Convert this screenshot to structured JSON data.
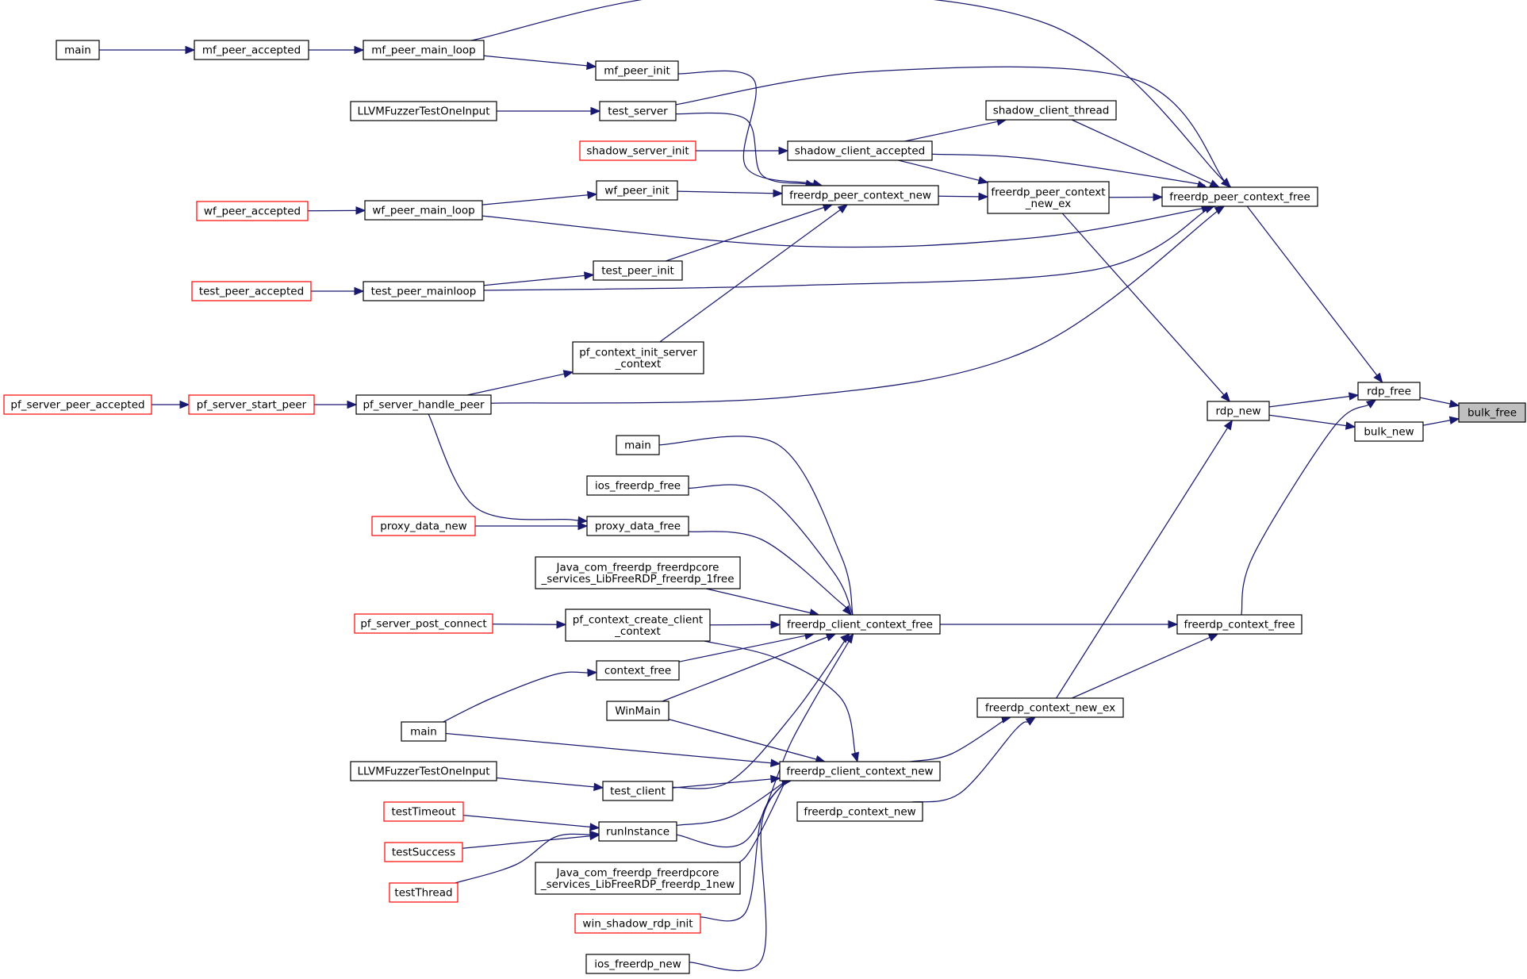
{
  "graph": {
    "focus_label": "bulk_free",
    "colors": {
      "edge": "#191970",
      "node_border": "#000000",
      "node_border_external": "#ff0000",
      "focus_fill": "#bfbfbf"
    },
    "nodes": [
      {
        "id": "bulk_free",
        "lines": [
          "bulk_free"
        ],
        "focus": true
      },
      {
        "id": "rdp_free",
        "lines": [
          "rdp_free"
        ]
      },
      {
        "id": "bulk_new",
        "lines": [
          "bulk_new"
        ]
      },
      {
        "id": "rdp_new",
        "lines": [
          "rdp_new"
        ]
      },
      {
        "id": "freerdp_peer_context_free",
        "lines": [
          "freerdp_peer_context_free"
        ]
      },
      {
        "id": "freerdp_context_free",
        "lines": [
          "freerdp_context_free"
        ]
      },
      {
        "id": "freerdp_peer_context_new_ex",
        "lines": [
          "freerdp_peer_context",
          "_new_ex"
        ]
      },
      {
        "id": "freerdp_context_new_ex",
        "lines": [
          "freerdp_context_new_ex"
        ]
      },
      {
        "id": "shadow_client_thread",
        "lines": [
          "shadow_client_thread"
        ]
      },
      {
        "id": "shadow_client_accepted",
        "lines": [
          "shadow_client_accepted"
        ]
      },
      {
        "id": "freerdp_peer_context_new",
        "lines": [
          "freerdp_peer_context_new"
        ]
      },
      {
        "id": "freerdp_client_context_free",
        "lines": [
          "freerdp_client_context_free"
        ]
      },
      {
        "id": "freerdp_client_context_new",
        "lines": [
          "freerdp_client_context_new"
        ]
      },
      {
        "id": "freerdp_context_new",
        "lines": [
          "freerdp_context_new"
        ]
      },
      {
        "id": "mf_peer_init",
        "lines": [
          "mf_peer_init"
        ]
      },
      {
        "id": "test_server",
        "lines": [
          "test_server"
        ]
      },
      {
        "id": "wf_peer_init",
        "lines": [
          "wf_peer_init"
        ]
      },
      {
        "id": "test_peer_init",
        "lines": [
          "test_peer_init"
        ]
      },
      {
        "id": "pf_context_init_server_context",
        "lines": [
          "pf_context_init_server",
          "_context"
        ]
      },
      {
        "id": "main_c",
        "lines": [
          "main"
        ]
      },
      {
        "id": "ios_freerdp_free",
        "lines": [
          "ios_freerdp_free"
        ]
      },
      {
        "id": "proxy_data_free",
        "lines": [
          "proxy_data_free"
        ]
      },
      {
        "id": "java_free",
        "lines": [
          "Java_com_freerdp_freerdpcore",
          "_services_LibFreeRDP_freerdp_1free"
        ]
      },
      {
        "id": "pf_context_create_client_context",
        "lines": [
          "pf_context_create_client",
          "_context"
        ]
      },
      {
        "id": "context_free",
        "lines": [
          "context_free"
        ]
      },
      {
        "id": "WinMain",
        "lines": [
          "WinMain"
        ]
      },
      {
        "id": "test_client",
        "lines": [
          "test_client"
        ]
      },
      {
        "id": "runInstance",
        "lines": [
          "runInstance"
        ]
      },
      {
        "id": "java_new",
        "lines": [
          "Java_com_freerdp_freerdpcore",
          "_services_LibFreeRDP_freerdp_1new"
        ]
      },
      {
        "id": "win_shadow_rdp_init",
        "lines": [
          "win_shadow_rdp_init"
        ],
        "external": true
      },
      {
        "id": "ios_freerdp_new",
        "lines": [
          "ios_freerdp_new"
        ]
      },
      {
        "id": "mf_peer_main_loop",
        "lines": [
          "mf_peer_main_loop"
        ]
      },
      {
        "id": "wf_peer_main_loop",
        "lines": [
          "wf_peer_main_loop"
        ]
      },
      {
        "id": "test_peer_mainloop",
        "lines": [
          "test_peer_mainloop"
        ]
      },
      {
        "id": "pf_server_handle_peer",
        "lines": [
          "pf_server_handle_peer"
        ]
      },
      {
        "id": "main_d",
        "lines": [
          "main"
        ]
      },
      {
        "id": "LLVMFuzzerTestOneInput_a",
        "lines": [
          "LLVMFuzzerTestOneInput"
        ]
      },
      {
        "id": "shadow_server_init",
        "lines": [
          "shadow_server_init"
        ],
        "external": true
      },
      {
        "id": "wf_peer_accepted",
        "lines": [
          "wf_peer_accepted"
        ],
        "external": true
      },
      {
        "id": "test_peer_accepted",
        "lines": [
          "test_peer_accepted"
        ],
        "external": true
      },
      {
        "id": "pf_server_start_peer",
        "lines": [
          "pf_server_start_peer"
        ],
        "external": true
      },
      {
        "id": "proxy_data_new",
        "lines": [
          "proxy_data_new"
        ],
        "external": true
      },
      {
        "id": "pf_server_post_connect",
        "lines": [
          "pf_server_post_connect"
        ],
        "external": true
      },
      {
        "id": "LLVMFuzzerTestOneInput_b",
        "lines": [
          "LLVMFuzzerTestOneInput"
        ]
      },
      {
        "id": "testTimeout",
        "lines": [
          "testTimeout"
        ],
        "external": true
      },
      {
        "id": "testSuccess",
        "lines": [
          "testSuccess"
        ],
        "external": true
      },
      {
        "id": "testThread",
        "lines": [
          "testThread"
        ],
        "external": true
      },
      {
        "id": "mf_peer_accepted",
        "lines": [
          "mf_peer_accepted"
        ]
      },
      {
        "id": "main_a",
        "lines": [
          "main"
        ]
      },
      {
        "id": "pf_server_peer_accepted",
        "lines": [
          "pf_server_peer_accepted"
        ],
        "external": true
      }
    ],
    "edges": [
      {
        "from": "rdp_free",
        "to": "bulk_free"
      },
      {
        "from": "bulk_new",
        "to": "bulk_free"
      },
      {
        "from": "rdp_new",
        "to": "rdp_free"
      },
      {
        "from": "rdp_new",
        "to": "bulk_new"
      },
      {
        "from": "freerdp_peer_context_free",
        "to": "rdp_free"
      },
      {
        "from": "freerdp_context_free",
        "to": "rdp_free"
      },
      {
        "from": "freerdp_peer_context_new_ex",
        "to": "rdp_new"
      },
      {
        "from": "freerdp_context_new_ex",
        "to": "rdp_new"
      },
      {
        "from": "freerdp_peer_context_new_ex",
        "to": "freerdp_peer_context_free"
      },
      {
        "from": "shadow_client_thread",
        "to": "freerdp_peer_context_free"
      },
      {
        "from": "shadow_client_accepted",
        "to": "freerdp_peer_context_free"
      },
      {
        "from": "mf_peer_main_loop",
        "to": "freerdp_peer_context_free"
      },
      {
        "from": "test_server",
        "to": "freerdp_peer_context_free"
      },
      {
        "from": "wf_peer_main_loop",
        "to": "freerdp_peer_context_free"
      },
      {
        "from": "test_peer_mainloop",
        "to": "freerdp_peer_context_free"
      },
      {
        "from": "pf_server_handle_peer",
        "to": "freerdp_peer_context_free"
      },
      {
        "from": "shadow_client_accepted",
        "to": "shadow_client_thread"
      },
      {
        "from": "shadow_client_accepted",
        "to": "freerdp_peer_context_new_ex"
      },
      {
        "from": "freerdp_peer_context_new",
        "to": "freerdp_peer_context_new_ex"
      },
      {
        "from": "mf_peer_init",
        "to": "freerdp_peer_context_new"
      },
      {
        "from": "test_server",
        "to": "freerdp_peer_context_new"
      },
      {
        "from": "wf_peer_init",
        "to": "freerdp_peer_context_new"
      },
      {
        "from": "test_peer_init",
        "to": "freerdp_peer_context_new"
      },
      {
        "from": "pf_context_init_server_context",
        "to": "freerdp_peer_context_new"
      },
      {
        "from": "shadow_server_init",
        "to": "shadow_client_accepted"
      },
      {
        "from": "mf_peer_main_loop",
        "to": "mf_peer_init"
      },
      {
        "from": "LLVMFuzzerTestOneInput_a",
        "to": "test_server"
      },
      {
        "from": "wf_peer_main_loop",
        "to": "wf_peer_init"
      },
      {
        "from": "test_peer_mainloop",
        "to": "test_peer_init"
      },
      {
        "from": "pf_server_handle_peer",
        "to": "pf_context_init_server_context"
      },
      {
        "from": "mf_peer_accepted",
        "to": "mf_peer_main_loop"
      },
      {
        "from": "main_a",
        "to": "mf_peer_accepted"
      },
      {
        "from": "wf_peer_accepted",
        "to": "wf_peer_main_loop"
      },
      {
        "from": "test_peer_accepted",
        "to": "test_peer_mainloop"
      },
      {
        "from": "pf_server_start_peer",
        "to": "pf_server_handle_peer"
      },
      {
        "from": "pf_server_peer_accepted",
        "to": "pf_server_start_peer"
      },
      {
        "from": "freerdp_client_context_free",
        "to": "freerdp_context_free"
      },
      {
        "from": "freerdp_context_new_ex",
        "to": "freerdp_context_free"
      },
      {
        "from": "freerdp_client_context_new",
        "to": "freerdp_context_new_ex"
      },
      {
        "from": "freerdp_context_new",
        "to": "freerdp_context_new_ex"
      },
      {
        "from": "main_c",
        "to": "freerdp_client_context_free"
      },
      {
        "from": "ios_freerdp_free",
        "to": "freerdp_client_context_free"
      },
      {
        "from": "proxy_data_free",
        "to": "freerdp_client_context_free"
      },
      {
        "from": "java_free",
        "to": "freerdp_client_context_free"
      },
      {
        "from": "pf_context_create_client_context",
        "to": "freerdp_client_context_free"
      },
      {
        "from": "context_free",
        "to": "freerdp_client_context_free"
      },
      {
        "from": "WinMain",
        "to": "freerdp_client_context_free"
      },
      {
        "from": "test_client",
        "to": "freerdp_client_context_free"
      },
      {
        "from": "runInstance",
        "to": "freerdp_client_context_free"
      },
      {
        "from": "pf_context_create_client_context",
        "to": "freerdp_client_context_new"
      },
      {
        "from": "WinMain",
        "to": "freerdp_client_context_new"
      },
      {
        "from": "main_d",
        "to": "freerdp_client_context_new"
      },
      {
        "from": "test_client",
        "to": "freerdp_client_context_new"
      },
      {
        "from": "runInstance",
        "to": "freerdp_client_context_new"
      },
      {
        "from": "java_new",
        "to": "freerdp_client_context_new"
      },
      {
        "from": "win_shadow_rdp_init",
        "to": "freerdp_client_context_new"
      },
      {
        "from": "ios_freerdp_new",
        "to": "freerdp_client_context_new"
      },
      {
        "from": "pf_server_handle_peer",
        "to": "proxy_data_free"
      },
      {
        "from": "proxy_data_new",
        "to": "proxy_data_free"
      },
      {
        "from": "pf_server_post_connect",
        "to": "pf_context_create_client_context"
      },
      {
        "from": "main_d",
        "to": "context_free"
      },
      {
        "from": "LLVMFuzzerTestOneInput_b",
        "to": "test_client"
      },
      {
        "from": "testTimeout",
        "to": "runInstance"
      },
      {
        "from": "testSuccess",
        "to": "runInstance"
      },
      {
        "from": "testThread",
        "to": "runInstance"
      }
    ]
  }
}
